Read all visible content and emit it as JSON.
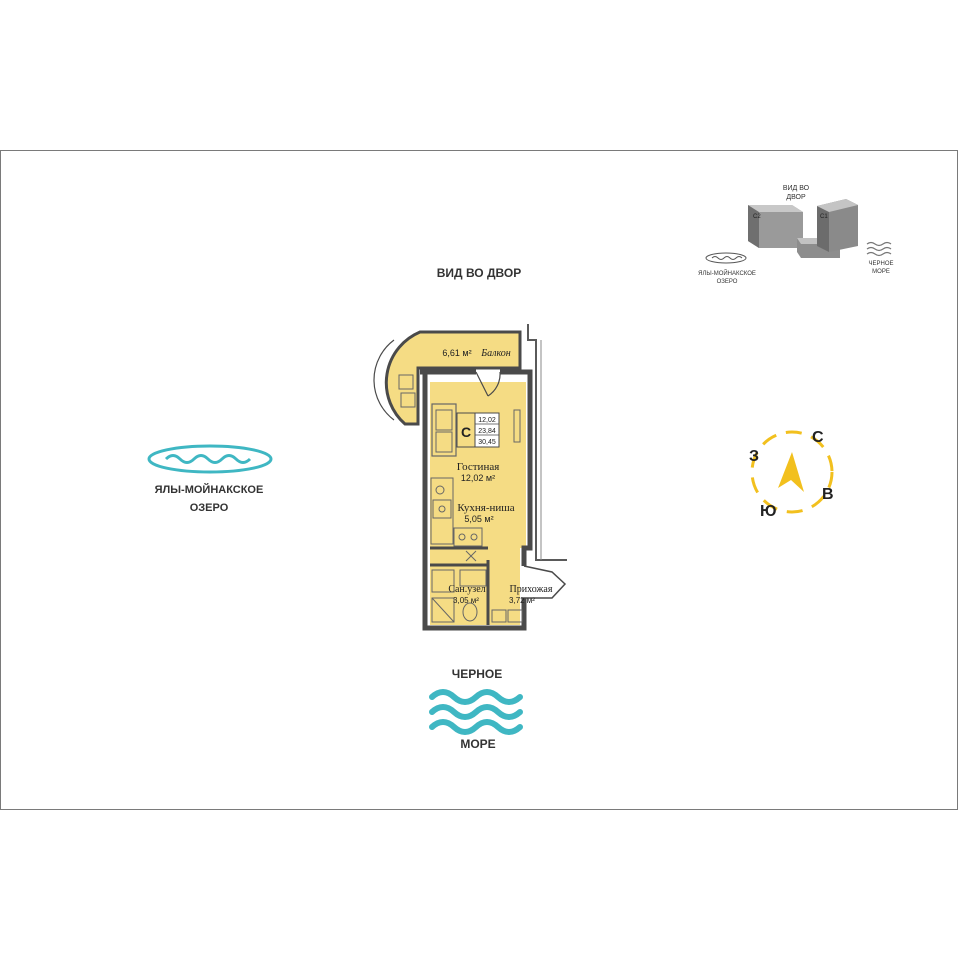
{
  "labels": {
    "top_view": "ВИД ВО ДВОР",
    "lake_line1": "ЯЛЫ-МОЙНАКСКОЕ",
    "lake_line2": "ОЗЕРО",
    "sea_line1": "ЧЕРНОЕ",
    "sea_line2": "МОРЕ"
  },
  "minimap": {
    "view_line1": "ВИД ВО",
    "view_line2": "ДВОР",
    "building_c2": "С2",
    "building_c1": "С1",
    "lake_line1": "ЯЛЫ-МОЙНАКСКОЕ",
    "lake_line2": "ОЗЕРО",
    "sea_line1": "ЧЕРНОЕ",
    "sea_line2": "МОРЕ"
  },
  "compass": {
    "north": "С",
    "east": "В",
    "south": "Ю",
    "west": "З"
  },
  "plan": {
    "type_letter": "С",
    "areas": [
      "12,02",
      "23,84",
      "30,45"
    ],
    "balcony_area": "6,61 м²",
    "balcony_name": "Балкон",
    "living_name": "Гостиная",
    "living_area": "12,02 м²",
    "kitchen_name": "Кухня-ниша",
    "kitchen_area": "5,05 м²",
    "bath_name": "Сан.узел",
    "bath_area": "3,05 м²",
    "hall_name": "Прихожая",
    "hall_area": "3,72 м²"
  },
  "colors": {
    "room_fill": "#f5dc84",
    "wall": "#4a4a4a",
    "water_accent": "#3fb7c3",
    "compass_accent": "#f2c01e"
  }
}
